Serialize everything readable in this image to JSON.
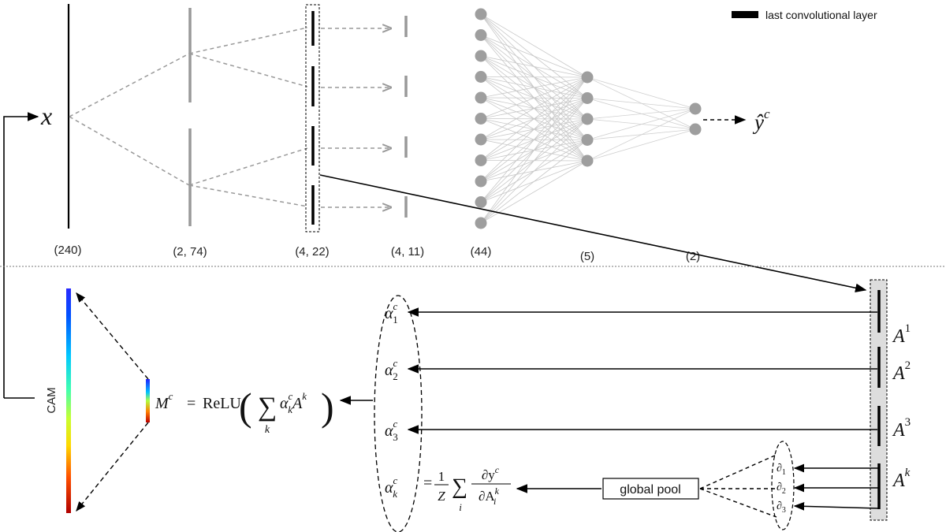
{
  "legend": {
    "label": "last convolutional layer"
  },
  "top": {
    "input_symbol": "x",
    "output_symbol": "ŷ",
    "output_sup": "c",
    "layer_sizes": [
      "(240)",
      "(2, 74)",
      "(4, 22)",
      "(4, 11)",
      "(44)",
      "(5)",
      "(2)"
    ]
  },
  "bottom": {
    "cam_label": "CAM",
    "activation_maps": [
      {
        "base": "A",
        "sup": "1"
      },
      {
        "base": "A",
        "sup": "2"
      },
      {
        "base": "A",
        "sup": "3"
      },
      {
        "base": "A",
        "sup": "k"
      }
    ],
    "alphas": [
      {
        "base": "α",
        "sup": "c",
        "sub": "1"
      },
      {
        "base": "α",
        "sup": "c",
        "sub": "2"
      },
      {
        "base": "α",
        "sup": "c",
        "sub": "3"
      },
      {
        "base": "α",
        "sup": "c",
        "sub": "k"
      }
    ],
    "alpha_formula": {
      "eq": "=",
      "frac_num": "1",
      "frac_den": "Z",
      "sum": "∑",
      "sum_index": "i",
      "d_num": "∂y",
      "d_num_sup": "c",
      "d_den": "∂A",
      "d_den_sub": "i",
      "d_den_sup": "k"
    },
    "cam_formula": {
      "lhs": "M",
      "lhs_sup": "c",
      "eq": "=",
      "func": "ReLU",
      "open": "(",
      "sum": "∑",
      "sum_index": "k",
      "term": "α",
      "term_sub": "k",
      "term_sup": "c",
      "term2": "A",
      "term2_sup": "k",
      "close": ")"
    },
    "global_pool": "global pool",
    "partials": [
      {
        "base": "∂",
        "sub": "1"
      },
      {
        "base": "∂",
        "sub": "2"
      },
      {
        "base": "∂",
        "sub": "3"
      }
    ]
  }
}
